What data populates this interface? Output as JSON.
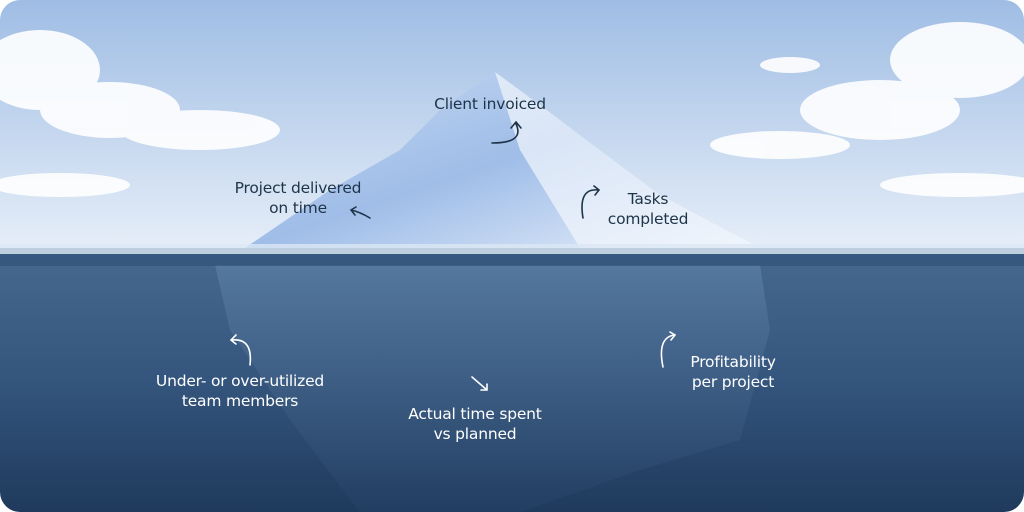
{
  "above_water": [
    {
      "id": "client-invoiced",
      "lines": [
        "Client invoiced"
      ]
    },
    {
      "id": "project-delivered",
      "lines": [
        "Project delivered",
        "on time"
      ]
    },
    {
      "id": "tasks-completed",
      "lines": [
        "Tasks",
        "completed"
      ]
    }
  ],
  "below_water": [
    {
      "id": "utilization",
      "lines": [
        "Under- or over-utilized",
        "team members"
      ]
    },
    {
      "id": "actual-time",
      "lines": [
        "Actual time spent",
        "vs planned"
      ]
    },
    {
      "id": "profitability",
      "lines": [
        "Profitability",
        "per project"
      ]
    }
  ],
  "colors": {
    "sky_top": "#a9c4e6",
    "sky_bottom": "#e4edf7",
    "water_top": "#3f6389",
    "water_bottom": "#1c3556",
    "text_dark": "#1e3448",
    "text_light": "#ffffff"
  }
}
